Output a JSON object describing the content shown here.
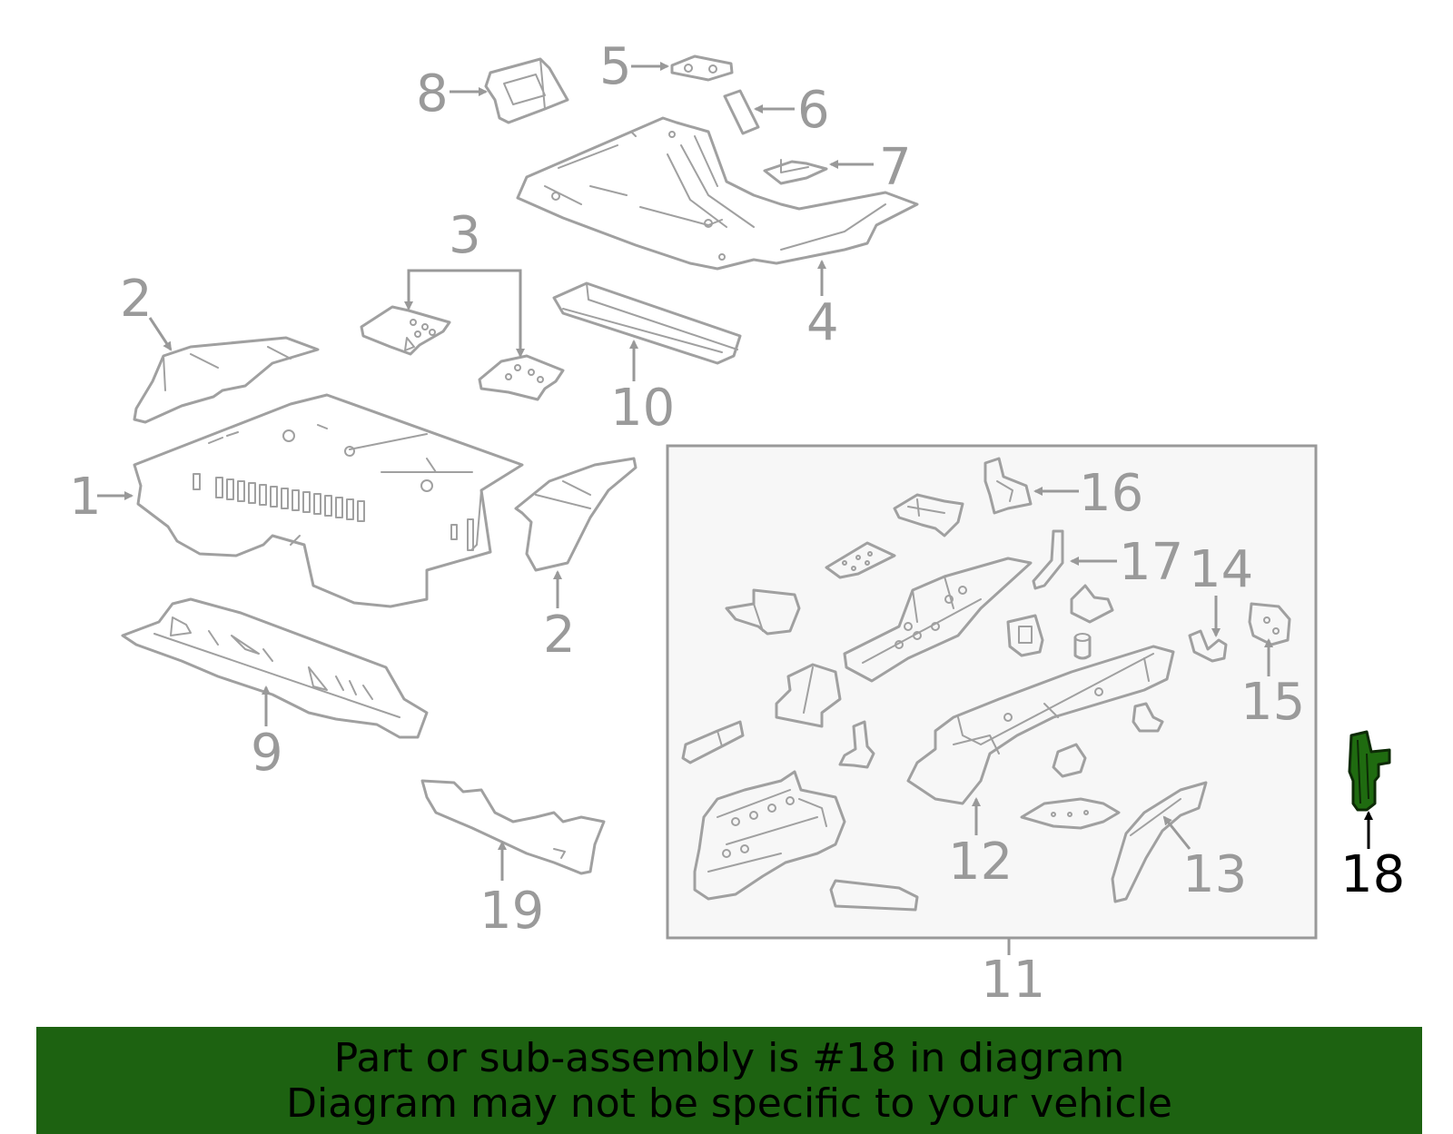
{
  "colors": {
    "line_gray": "#a0a0a0",
    "label_gray": "#9a9a9a",
    "highlight_green": "#1f6b10",
    "banner_green": "#1d6211",
    "box_fill": "#f7f7f7"
  },
  "callouts": {
    "c1": "1",
    "c2a": "2",
    "c2b": "2",
    "c3": "3",
    "c4": "4",
    "c5": "5",
    "c6": "6",
    "c7": "7",
    "c8": "8",
    "c9": "9",
    "c10": "10",
    "c11": "11",
    "c12": "12",
    "c13": "13",
    "c14": "14",
    "c15": "15",
    "c16": "16",
    "c17": "17",
    "c18": "18",
    "c19": "19"
  },
  "highlighted_part": "18",
  "banner": {
    "line1": "Part or sub-assembly is #18 in diagram",
    "line2": "Diagram may not be specific to your vehicle"
  }
}
